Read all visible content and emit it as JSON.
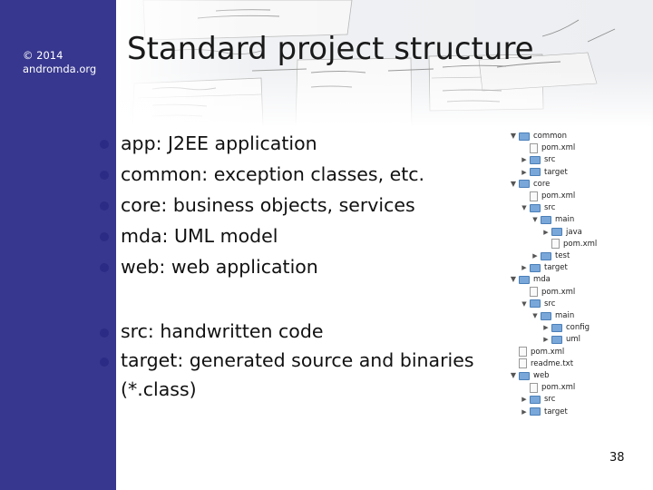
{
  "sidebar": {
    "copyright_line1": "© 2014",
    "copyright_line2": "andromda.org",
    "color": "#37378f"
  },
  "title": "Standard project structure",
  "bullets_group1": [
    "app: J2EE application",
    "common: exception classes, etc.",
    "core: business objects, services",
    "mda: UML model",
    "web: web application"
  ],
  "bullets_group2": [
    "src: handwritten code",
    "target: generated source and binaries (*.class)"
  ],
  "tree": [
    {
      "label": "common",
      "kind": "folder",
      "depth": 0,
      "arrow": "open"
    },
    {
      "label": "pom.xml",
      "kind": "file",
      "depth": 1,
      "arrow": "none"
    },
    {
      "label": "src",
      "kind": "folder",
      "depth": 1,
      "arrow": "closed"
    },
    {
      "label": "target",
      "kind": "folder",
      "depth": 1,
      "arrow": "closed"
    },
    {
      "label": "core",
      "kind": "folder",
      "depth": 0,
      "arrow": "open"
    },
    {
      "label": "pom.xml",
      "kind": "file",
      "depth": 1,
      "arrow": "none"
    },
    {
      "label": "src",
      "kind": "folder",
      "depth": 1,
      "arrow": "open"
    },
    {
      "label": "main",
      "kind": "folder",
      "depth": 2,
      "arrow": "open"
    },
    {
      "label": "java",
      "kind": "folder",
      "depth": 3,
      "arrow": "closed"
    },
    {
      "label": "pom.xml",
      "kind": "file",
      "depth": 3,
      "arrow": "none"
    },
    {
      "label": "test",
      "kind": "folder",
      "depth": 2,
      "arrow": "closed"
    },
    {
      "label": "target",
      "kind": "folder",
      "depth": 1,
      "arrow": "closed"
    },
    {
      "label": "mda",
      "kind": "folder",
      "depth": 0,
      "arrow": "open"
    },
    {
      "label": "pom.xml",
      "kind": "file",
      "depth": 1,
      "arrow": "none"
    },
    {
      "label": "src",
      "kind": "folder",
      "depth": 1,
      "arrow": "open"
    },
    {
      "label": "main",
      "kind": "folder",
      "depth": 2,
      "arrow": "open"
    },
    {
      "label": "config",
      "kind": "folder",
      "depth": 3,
      "arrow": "closed"
    },
    {
      "label": "uml",
      "kind": "folder",
      "depth": 3,
      "arrow": "closed"
    },
    {
      "label": "pom.xml",
      "kind": "file",
      "depth": 0,
      "arrow": "none"
    },
    {
      "label": "readme.txt",
      "kind": "file",
      "depth": 0,
      "arrow": "none"
    },
    {
      "label": "web",
      "kind": "folder",
      "depth": 0,
      "arrow": "open"
    },
    {
      "label": "pom.xml",
      "kind": "file",
      "depth": 1,
      "arrow": "none"
    },
    {
      "label": "src",
      "kind": "folder",
      "depth": 1,
      "arrow": "closed"
    },
    {
      "label": "target",
      "kind": "folder",
      "depth": 1,
      "arrow": "closed"
    }
  ],
  "page_number": "38"
}
